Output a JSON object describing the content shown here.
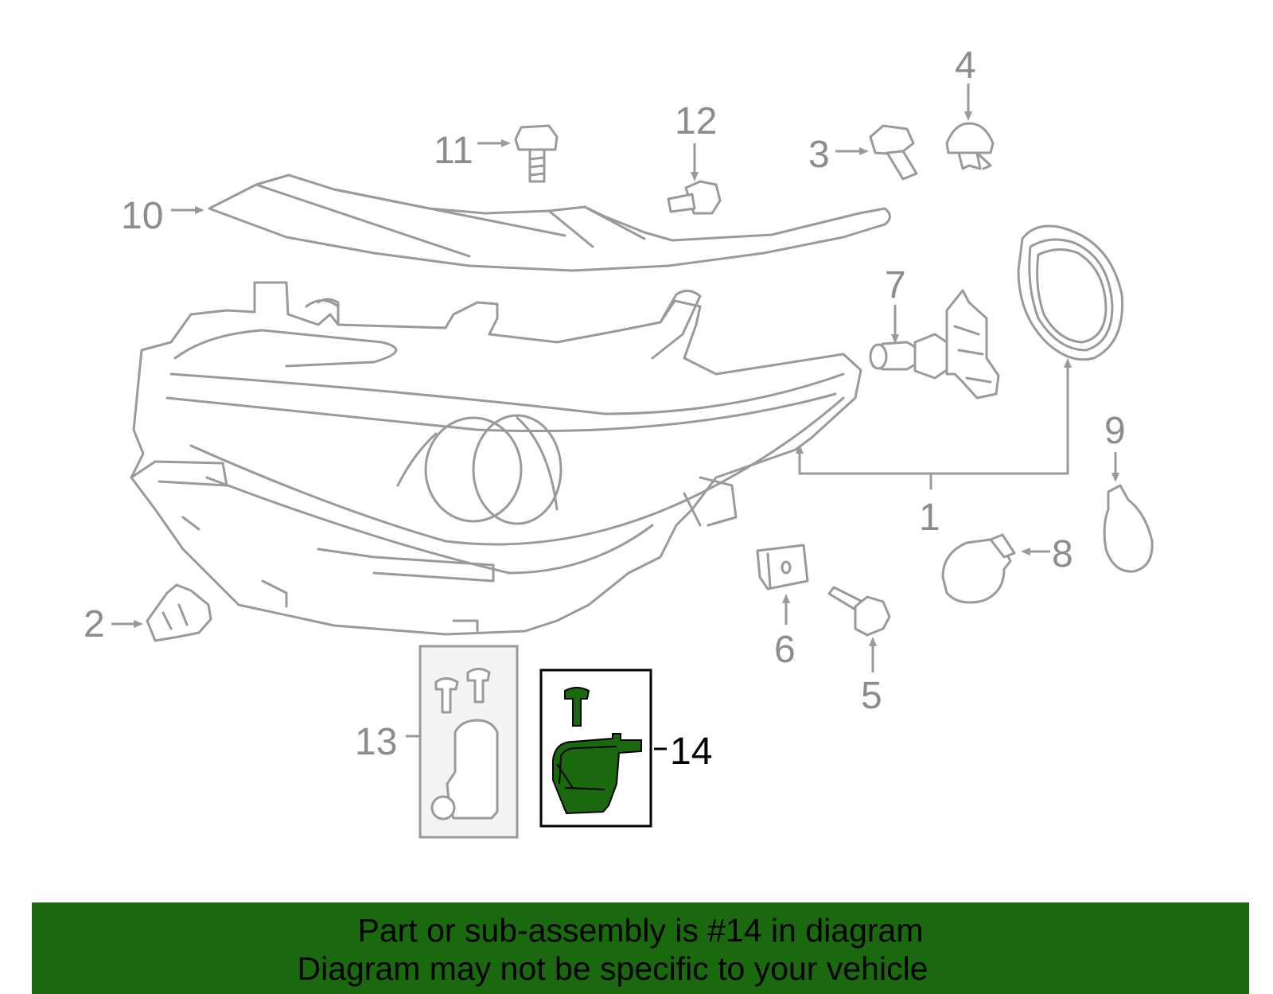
{
  "callouts": [
    "1",
    "2",
    "3",
    "4",
    "5",
    "6",
    "7",
    "8",
    "9",
    "10",
    "11",
    "12",
    "13",
    "14"
  ],
  "highlighted_part": "14",
  "banner": {
    "line1": "Part or sub-assembly is #14 in diagram",
    "line2": "Diagram may not be specific to your vehicle"
  },
  "colors": {
    "banner_bg": "#1a690f",
    "highlight_fill": "#1a690f",
    "line_art": "#9a9a9a",
    "callout_text": "#8c8c8c",
    "active_callout_text": "#000000",
    "kit_13_bg": "#f4f4f4"
  }
}
